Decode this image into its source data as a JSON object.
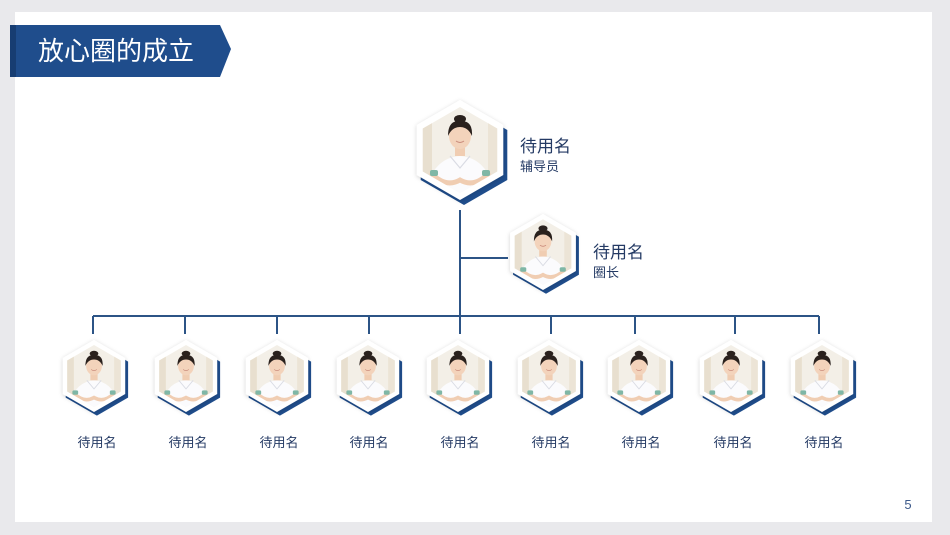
{
  "slide": {
    "title": "放心圈的成立",
    "page_number": "5"
  },
  "colors": {
    "accent": "#1f4d8c",
    "accent_dark": "#173d72",
    "text": "#243a64",
    "line": "#2c5486"
  },
  "icons": {
    "photo": "nurse-portrait-icon"
  },
  "advisor": {
    "name": "待用名",
    "role": "辅导员"
  },
  "leader": {
    "name": "待用名",
    "role": "圈长"
  },
  "members": [
    {
      "name": "待用名"
    },
    {
      "name": "待用名"
    },
    {
      "name": "待用名"
    },
    {
      "name": "待用名"
    },
    {
      "name": "待用名"
    },
    {
      "name": "待用名"
    },
    {
      "name": "待用名"
    },
    {
      "name": "待用名"
    },
    {
      "name": "待用名"
    }
  ]
}
